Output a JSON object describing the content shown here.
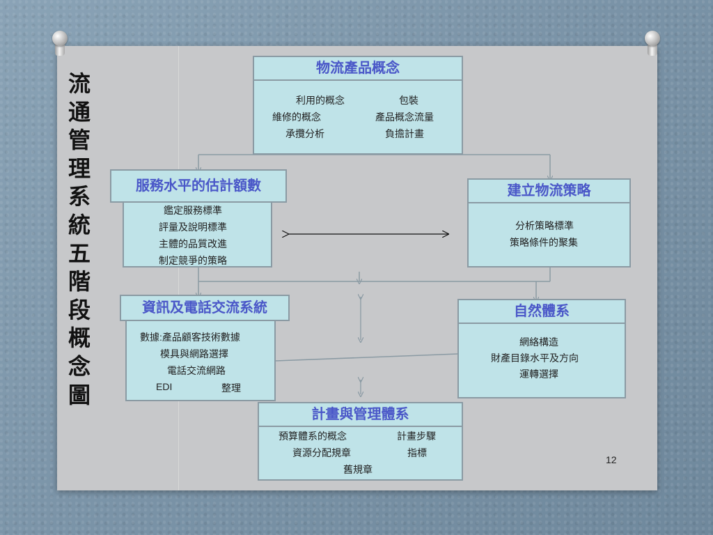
{
  "vertical_title": [
    "流",
    "通",
    "管",
    "理",
    "系",
    "統",
    "五",
    "階",
    "段",
    "概",
    "念",
    "圖"
  ],
  "page_number": "12",
  "nodes": {
    "product": {
      "title": "物流產品概念",
      "items": [
        "利用的概念",
        "包裝",
        "維修的概念",
        "產品概念流量",
        "承攬分析",
        "負擔計畫"
      ]
    },
    "service": {
      "title": "服務水平的估計額數",
      "items": [
        "鑑定服務標準",
        "評量及說明標準",
        "主體的品質改進",
        "制定競爭的策略"
      ]
    },
    "strategy": {
      "title": "建立物流策略",
      "items": [
        "分析策略標準",
        "策略條件的聚集"
      ]
    },
    "info": {
      "title": "資訊及電話交流系統",
      "items": [
        "數據:產品顧客技術數據",
        "模具與網路選擇",
        "電話交流網路",
        "EDI",
        "整理"
      ]
    },
    "nature": {
      "title": "自然體系",
      "items": [
        "網絡構造",
        "財產目錄水平及方向",
        "運轉選擇"
      ]
    },
    "planning": {
      "title": "計畫與管理體系",
      "items": [
        "預算體系的概念",
        "計畫步驟",
        "資源分配規章",
        "指標",
        "舊規章"
      ]
    }
  }
}
